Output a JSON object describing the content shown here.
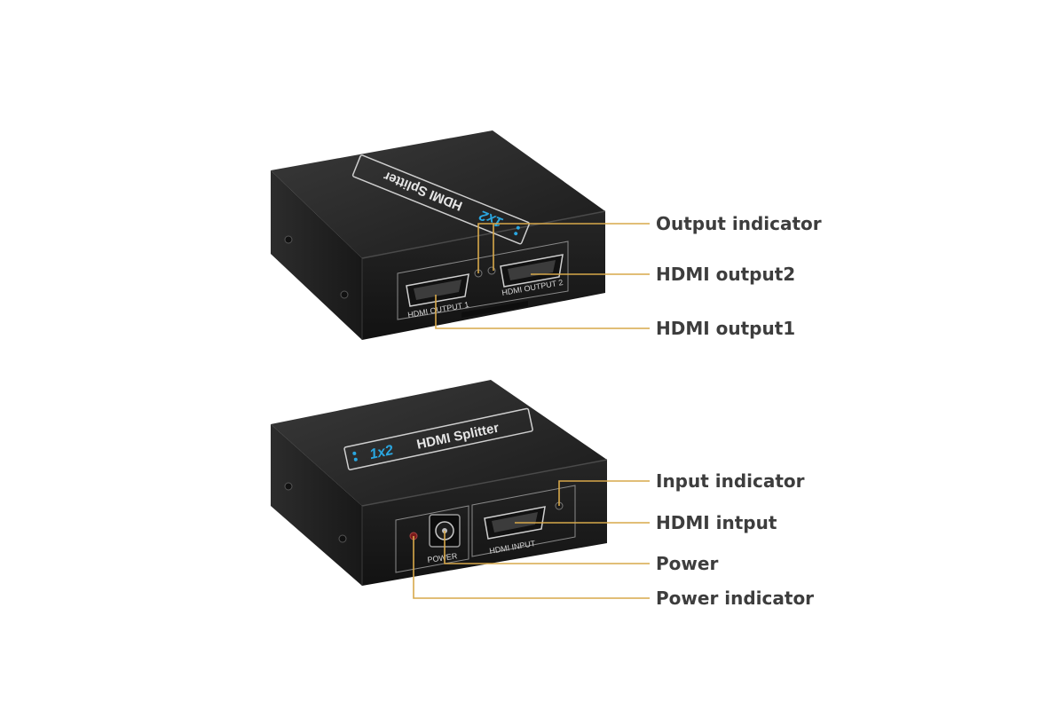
{
  "devices": {
    "top": {
      "brand_number": "1x2",
      "brand_label": "HDMI Splitter",
      "port1_label": "HDMI OUTPUT 1",
      "port2_label": "HDMI OUTPUT 2"
    },
    "bottom": {
      "brand_number": "1x2",
      "brand_label": "HDMI Splitter",
      "power_label": "POWER",
      "input_label": "HDMI INPUT"
    }
  },
  "callouts": {
    "output_indicator": "Output indicator",
    "hdmi_output2": "HDMI output2",
    "hdmi_output1": "HDMI output1",
    "input_indicator": "Input indicator",
    "hdmi_input": "HDMI intput",
    "power": "Power",
    "power_indicator": "Power indicator"
  },
  "colors": {
    "leader_line": "#d7a84a",
    "device_body": "#1f1f1f",
    "brand_accent": "#2aa6e0",
    "callout_text": "#3d3d3d"
  }
}
